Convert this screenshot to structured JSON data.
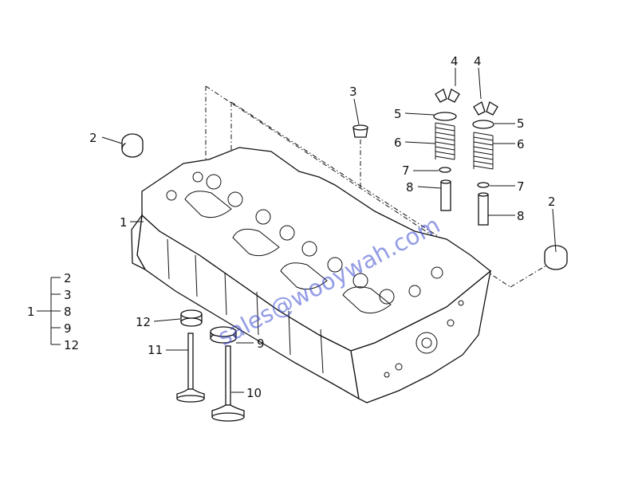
{
  "callouts": {
    "c1": "1",
    "c2_left": "2",
    "c2_right": "2",
    "c3": "3",
    "c4_left": "4",
    "c4_right": "4",
    "c5_left": "5",
    "c5_right": "5",
    "c6_left": "6",
    "c6_right": "6",
    "c7_left": "7",
    "c7_right": "7",
    "c8_left": "8",
    "c8_right": "8",
    "c9": "9",
    "c10": "10",
    "c11": "11",
    "c12": "12"
  },
  "kit_legend": {
    "parent": "1",
    "children": [
      "2",
      "3",
      "8",
      "9",
      "12"
    ]
  },
  "watermark": "sales@wooywah.com",
  "colors": {
    "lines": "#111111",
    "watermark": "#3a4bd0",
    "background": "#ffffff"
  }
}
